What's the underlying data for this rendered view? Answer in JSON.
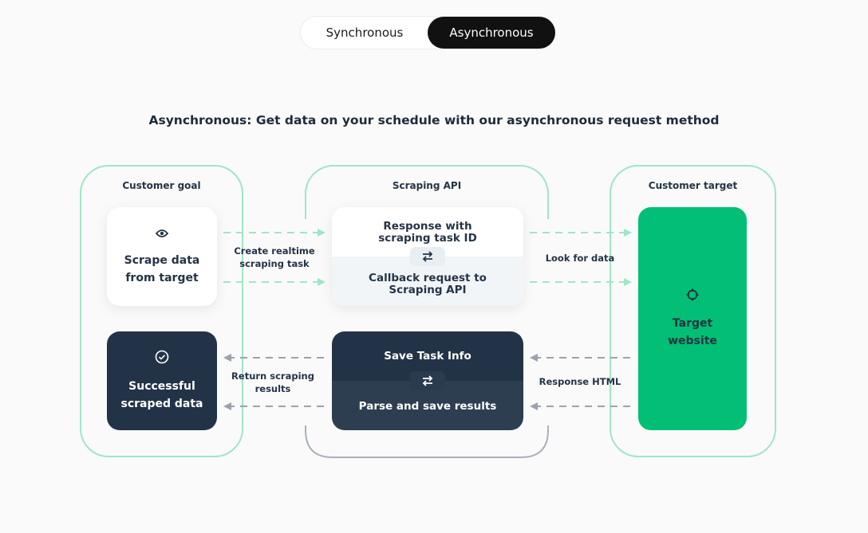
{
  "toggle": {
    "synchronous": "Synchronous",
    "asynchronous": "Asynchronous",
    "active": "asynchronous"
  },
  "headline": "Asynchronous: Get data on your schedule with our asynchronous request method",
  "groups": {
    "customer_goal": "Customer goal",
    "scraping_api": "Scraping API",
    "customer_target": "Customer target"
  },
  "cards": {
    "scrape": {
      "line1": "Scrape data",
      "line2": "from target",
      "icon": "eye-icon"
    },
    "success": {
      "line1": "Successful",
      "line2": "scraped data",
      "icon": "check-circle-icon"
    },
    "response": {
      "line1": "Response with",
      "line2": "scraping task ID"
    },
    "callback": {
      "line1": "Callback request to",
      "line2": "Scraping API"
    },
    "save_task": "Save Task Info",
    "parse": "Parse and save results",
    "target": {
      "line1": "Target",
      "line2": "website",
      "icon": "crosshair-icon"
    }
  },
  "flows": {
    "create": {
      "line1": "Create realtime",
      "line2": "scraping task"
    },
    "look": "Look for data",
    "return": {
      "line1": "Return scraping",
      "line2": "results"
    },
    "response_html": "Response HTML"
  },
  "colors": {
    "accent_green": "#02bf75",
    "border_green": "#9ee7c5",
    "dark_navy": "#233347",
    "arrow_green": "#9ee7c5",
    "arrow_gray": "#9aa3ad"
  }
}
